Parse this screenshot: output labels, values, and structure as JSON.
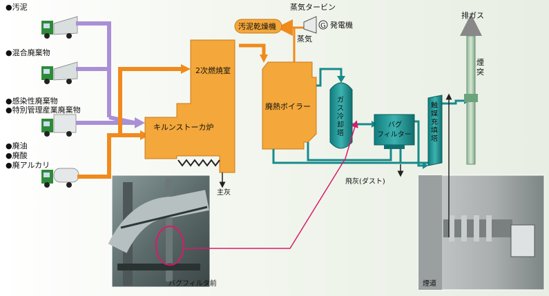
{
  "waste": {
    "sludge": "●汚泥",
    "mixed": "●混合廃棄物",
    "infectious": "●感染性廃棄物",
    "special": "●特別管理産業廃棄物",
    "oil": "●廃油",
    "acid": "●廃酸",
    "alkali": "●廃アルカリ"
  },
  "units": {
    "secondary_chamber": "2次燃焼室",
    "kiln": "キルンストーカ炉",
    "main_ash": "主灰",
    "boiler": "廃熱ボイラー",
    "sludge_dryer": "汚泥乾燥機",
    "steam_turbine": "蒸気タービン",
    "generator": "発電機",
    "generator_symbol": "G",
    "steam": "蒸気",
    "gas_cooler": [
      "ガ",
      "ス",
      "冷",
      "却",
      "塔"
    ],
    "bag_filter": [
      "バグ",
      "フィルター"
    ],
    "fly_ash": "飛灰(ダスト)",
    "catalyst_tower": [
      "触",
      "媒",
      "充",
      "填",
      "塔"
    ],
    "stack": [
      "煙",
      "突"
    ],
    "exhaust": "排ガス"
  },
  "photos": {
    "left_caption": "バグフィルタ前",
    "right_caption": "煙道"
  },
  "colors": {
    "orange": "#f08a1c",
    "unit_fill": "#f4a73a",
    "purple": "#a98fd6",
    "teal": "#178a8a",
    "magenta": "#d81b6a"
  }
}
